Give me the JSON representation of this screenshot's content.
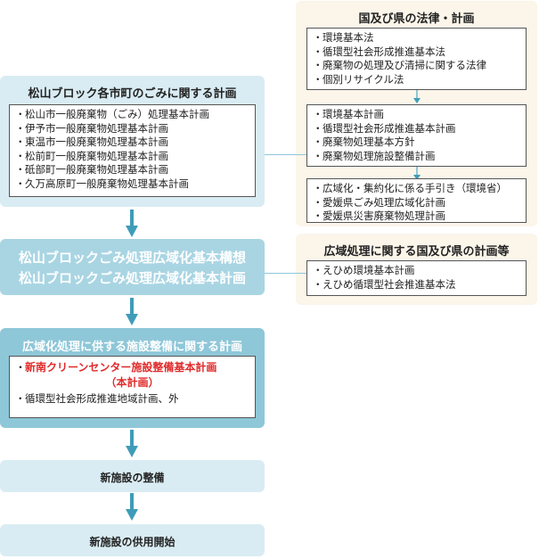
{
  "left_panel": {
    "title": "松山ブロック各市町のごみに関する計画",
    "items": [
      "松山市一般廃棄物（ごみ）処理基本計画",
      "伊予市一般廃棄物処理基本計画",
      "東温市一般廃棄物処理基本計画",
      "松前町一般廃棄物処理基本計画",
      "砥部町一般廃棄物処理基本計画",
      "久万高原町一般廃棄物処理基本計画"
    ]
  },
  "block_plan": {
    "line1": "松山ブロックごみ処理広域化基本構想",
    "line2": "松山ブロックごみ処理広域化基本計画"
  },
  "facility_panel": {
    "title": "広域化処理に供する施設整備に関する計画",
    "highlight_line1": "新南クリーンセンター施設整備基本計画",
    "highlight_line2": "（本計画）",
    "other_item": "循環型社会形成推進地域計画、外"
  },
  "step_build": "新施設の整備",
  "step_start": "新施設の供用開始",
  "right_panel": {
    "title": "国及び県の法律・計画",
    "box1": [
      "環境基本法",
      "循環型社会形成推進基本法",
      "廃棄物の処理及び清掃に関する法律",
      "個別リサイクル法"
    ],
    "box2": [
      "環境基本計画",
      "循環型社会形成推進基本計画",
      "廃棄物処理基本方針",
      "廃棄物処理施設整備計画"
    ],
    "box3": [
      "広域化・集約化に係る手引き（環境省）",
      "愛媛県ごみ処理広域化計画",
      "愛媛県災害廃棄物処理計画"
    ]
  },
  "regional_panel": {
    "title": "広域処理に関する国及び県の計画等",
    "items": [
      "えひめ環境基本計画",
      "えひめ循環型社会推進基本法"
    ]
  },
  "bullet": "・",
  "colors": {
    "light_blue": "#d9ecf3",
    "mid_blue": "#a9d5e3",
    "strong_blue": "#8ec7d8",
    "arrow": "#3f9cb8",
    "beige": "#fbf5ea",
    "highlight_red": "#e02a2a"
  }
}
